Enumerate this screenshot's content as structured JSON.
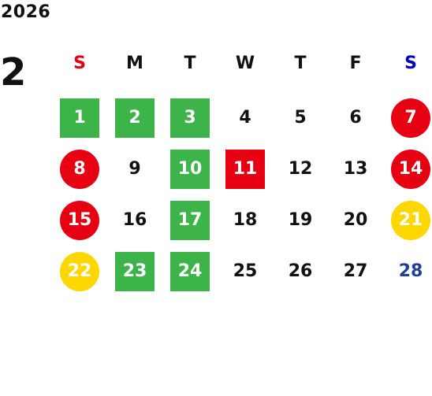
{
  "calendar": {
    "year": "2026",
    "month": "2",
    "weekdays": [
      {
        "label": "S",
        "color": "#e60012"
      },
      {
        "label": "M",
        "color": "#111111"
      },
      {
        "label": "T",
        "color": "#111111"
      },
      {
        "label": "W",
        "color": "#111111"
      },
      {
        "label": "T",
        "color": "#111111"
      },
      {
        "label": "F",
        "color": "#111111"
      },
      {
        "label": "S",
        "color": "#0000cc"
      }
    ],
    "colors": {
      "green": "#3cb44a",
      "red": "#e60012",
      "yellow": "#ffd700",
      "blue_text": "#1f3f99",
      "default_text": "#111111"
    },
    "days": [
      {
        "day": "1",
        "style": "green-square"
      },
      {
        "day": "2",
        "style": "green-square"
      },
      {
        "day": "3",
        "style": "green-square"
      },
      {
        "day": "4",
        "style": "plain"
      },
      {
        "day": "5",
        "style": "plain"
      },
      {
        "day": "6",
        "style": "plain"
      },
      {
        "day": "7",
        "style": "red-circle"
      },
      {
        "day": "8",
        "style": "red-circle"
      },
      {
        "day": "9",
        "style": "plain"
      },
      {
        "day": "10",
        "style": "green-square"
      },
      {
        "day": "11",
        "style": "red-square"
      },
      {
        "day": "12",
        "style": "plain"
      },
      {
        "day": "13",
        "style": "plain"
      },
      {
        "day": "14",
        "style": "red-circle"
      },
      {
        "day": "15",
        "style": "red-circle"
      },
      {
        "day": "16",
        "style": "plain"
      },
      {
        "day": "17",
        "style": "green-square"
      },
      {
        "day": "18",
        "style": "plain"
      },
      {
        "day": "19",
        "style": "plain"
      },
      {
        "day": "20",
        "style": "plain"
      },
      {
        "day": "21",
        "style": "yellow-circle"
      },
      {
        "day": "22",
        "style": "yellow-circle"
      },
      {
        "day": "23",
        "style": "green-square"
      },
      {
        "day": "24",
        "style": "green-square"
      },
      {
        "day": "25",
        "style": "plain"
      },
      {
        "day": "26",
        "style": "plain"
      },
      {
        "day": "27",
        "style": "plain"
      },
      {
        "day": "28",
        "style": "blue-text"
      }
    ]
  }
}
